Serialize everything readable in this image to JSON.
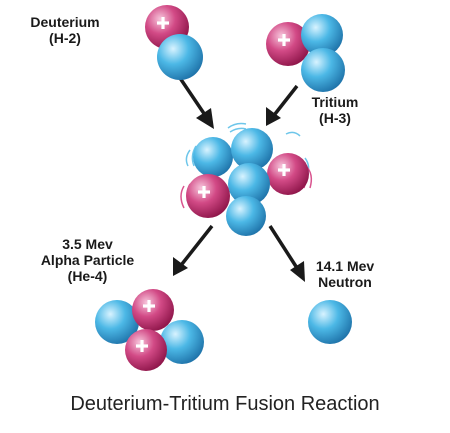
{
  "labels": {
    "deuterium_name": "Deuterium",
    "deuterium_symbol": "(H-2)",
    "tritium_name": "Tritium",
    "tritium_symbol": "(H-3)",
    "alpha_energy": "3.5 Mev",
    "alpha_name": "Alpha Particle",
    "alpha_symbol": "(He-4)",
    "neutron_energy": "14.1 Mev",
    "neutron_name": "Neutron"
  },
  "caption": "Deuterium-Tritium Fusion Reaction",
  "colors": {
    "proton": "#c0306a",
    "neutron": "#38a8d8",
    "arrow": "#1a1a1a",
    "text": "#1a1a1a"
  },
  "icons": {
    "proton": "plus-sign-sphere",
    "neutron": "plain-sphere",
    "arrow": "arrow-down"
  }
}
